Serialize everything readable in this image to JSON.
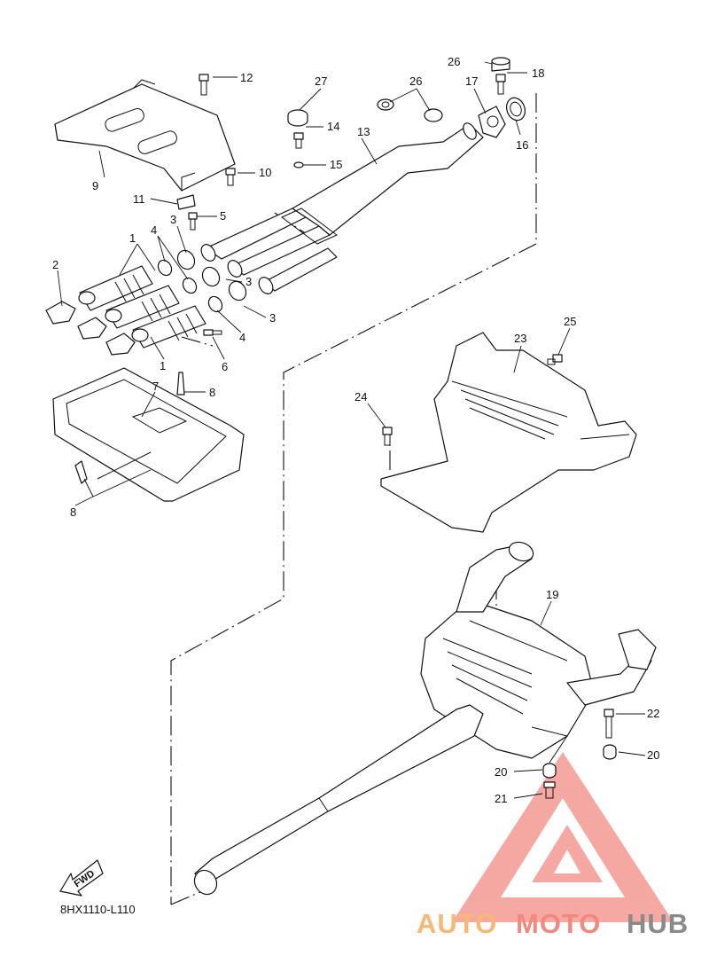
{
  "diagram": {
    "code": "8HX1110-L110",
    "direction_label": "FWD",
    "callouts": [
      {
        "id": "c12a",
        "label": "12"
      },
      {
        "id": "c27",
        "label": "27"
      },
      {
        "id": "c26a",
        "label": "26"
      },
      {
        "id": "c26b",
        "label": "26"
      },
      {
        "id": "c18",
        "label": "18"
      },
      {
        "id": "c17",
        "label": "17"
      },
      {
        "id": "c16",
        "label": "16"
      },
      {
        "id": "c14",
        "label": "14"
      },
      {
        "id": "c13",
        "label": "13"
      },
      {
        "id": "c15",
        "label": "15"
      },
      {
        "id": "c10",
        "label": "10"
      },
      {
        "id": "c9",
        "label": "9"
      },
      {
        "id": "c11",
        "label": "11"
      },
      {
        "id": "c5",
        "label": "5"
      },
      {
        "id": "c3a",
        "label": "3"
      },
      {
        "id": "c1a",
        "label": "1"
      },
      {
        "id": "c4a",
        "label": "4"
      },
      {
        "id": "c2",
        "label": "2"
      },
      {
        "id": "c3b",
        "label": "3"
      },
      {
        "id": "c3c",
        "label": "3"
      },
      {
        "id": "c4b",
        "label": "4"
      },
      {
        "id": "c1b",
        "label": "1"
      },
      {
        "id": "c6",
        "label": "6"
      },
      {
        "id": "c7",
        "label": "7"
      },
      {
        "id": "c8a",
        "label": "8"
      },
      {
        "id": "c8b",
        "label": "8"
      },
      {
        "id": "c23",
        "label": "23"
      },
      {
        "id": "c25",
        "label": "25"
      },
      {
        "id": "c24",
        "label": "24"
      },
      {
        "id": "c19",
        "label": "19"
      },
      {
        "id": "c22",
        "label": "22"
      },
      {
        "id": "c20a",
        "label": "20"
      },
      {
        "id": "c20b",
        "label": "20"
      },
      {
        "id": "c21",
        "label": "21"
      }
    ]
  },
  "watermark": {
    "part1": "AUTO",
    "part2": "MOTO",
    "part3": "HUB",
    "colors": {
      "auto": "#f5b877",
      "moto": "#f08a80",
      "hub": "#8a8a8a",
      "logo": "#f49a92"
    }
  }
}
